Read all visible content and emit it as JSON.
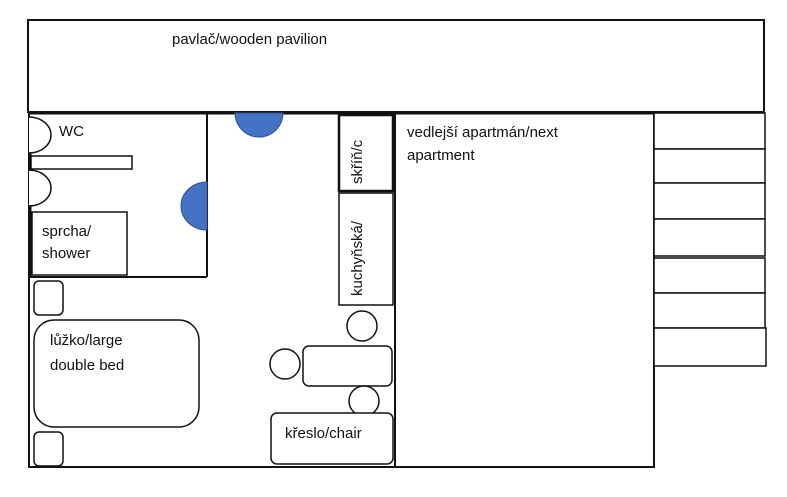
{
  "labels": {
    "pavilion": "pavlač/wooden pavilion",
    "wc": "WC",
    "shower_line1": "sprcha/",
    "shower_line2": "shower",
    "wardrobe": "skříň/c",
    "kitchen": "kuchyňská/",
    "bed_line1": "lůžko/large",
    "bed_line2": "double bed",
    "chair": "křeslo/chair",
    "next_line1": "vedlejší apartmán/next",
    "next_line2": "apartment"
  },
  "colors": {
    "wall": "#111111",
    "fixture_fill": "#4472c4",
    "fixture_edge": "#2f528f",
    "background": "#ffffff"
  }
}
